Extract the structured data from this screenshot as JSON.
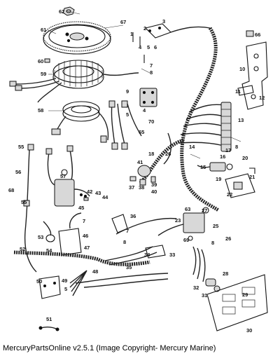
{
  "footer": "MercuryPartsOnline v2.5.1 (Image Copyright- Mercury Marine)",
  "callouts": {
    "c1": "1",
    "c2": "2",
    "c3": "3",
    "c4": "4",
    "c5": "5",
    "c6": "6",
    "c7": "7",
    "c8": "8",
    "c9": "9",
    "c10": "10",
    "c11": "11",
    "c12": "12",
    "c13": "13",
    "c14": "14",
    "c15": "15",
    "c16": "16",
    "c17": "17",
    "c18": "18",
    "c19": "19",
    "c20": "20",
    "c21": "21",
    "c22": "22",
    "c23": "23",
    "c25": "25",
    "c26": "26",
    "c27": "27",
    "c28": "28",
    "c29": "29",
    "c30": "30",
    "c31": "31",
    "c32": "32",
    "c33": "33",
    "c34": "34",
    "c35": "35",
    "c36": "36",
    "c37": "37",
    "c38": "38",
    "c39": "39",
    "c40": "40",
    "c41": "41",
    "c42": "42",
    "c43": "43",
    "c44": "44",
    "c45": "45",
    "c46": "46",
    "c47": "47",
    "c48": "48",
    "c49": "49",
    "c50": "50",
    "c51": "51",
    "c52": "52",
    "c53": "53",
    "c54": "54",
    "c55": "55",
    "c56": "56",
    "c57": "57",
    "c58": "58",
    "c59": "59",
    "c60": "60",
    "c61": "61",
    "c62": "62",
    "c63": "63",
    "c65": "65",
    "c66": "66",
    "c67": "67",
    "c68": "68",
    "c69": "69",
    "c70": "70"
  }
}
